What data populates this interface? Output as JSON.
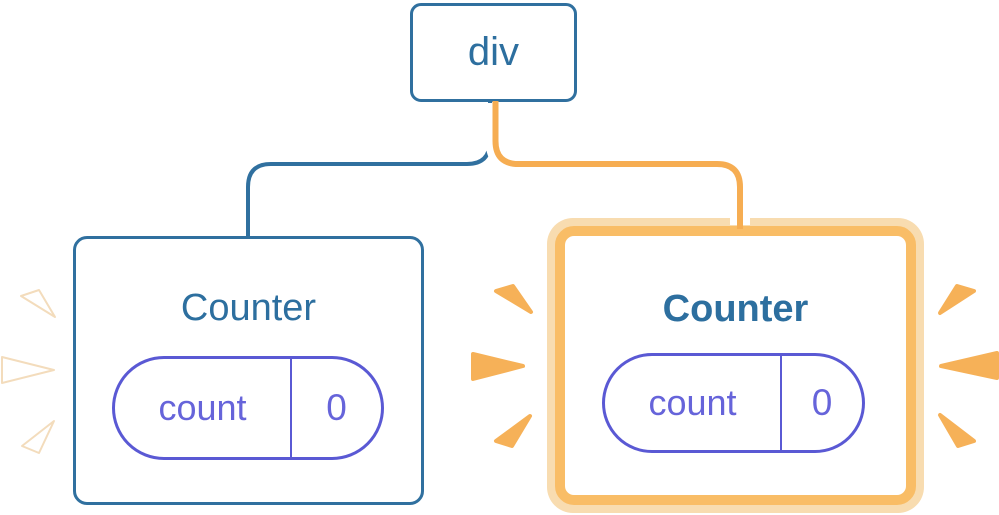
{
  "diagram": {
    "root": {
      "label": "div"
    },
    "children": [
      {
        "label": "Counter",
        "highlighted": false,
        "pill": {
          "key": "count",
          "value": "0"
        }
      },
      {
        "label": "Counter",
        "highlighted": true,
        "pill": {
          "key": "count",
          "value": "0"
        }
      }
    ],
    "colors": {
      "blue_stroke": "#30709F",
      "blue_text": "#2D6F9F",
      "purple_border": "#5A59D4",
      "purple_text": "#6664DA",
      "orange_core": "#F6AD52",
      "orange_ring": "#F9BD66",
      "orange_glow": "#F8DCB0",
      "spark_orange": "#F6B158",
      "spark_white": "#FFFFFF",
      "background": "#FFFFFF"
    }
  }
}
